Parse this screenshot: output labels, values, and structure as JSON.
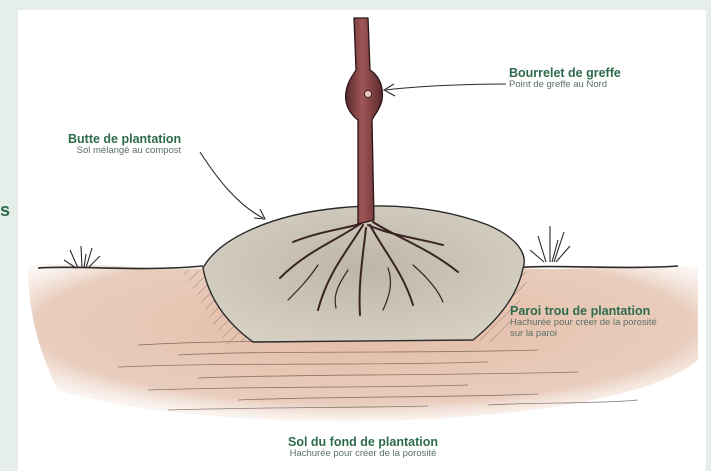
{
  "side_fragment": "s",
  "labels": {
    "graft": {
      "title": "Bourrelet de greffe",
      "sub": "Point de greffe au Nord"
    },
    "butte": {
      "title": "Butte de plantation",
      "sub": "Sol mélangé au compost"
    },
    "paroi": {
      "title": "Paroi trou de plantation",
      "sub1": "Hachurée pour créer de la porosité",
      "sub2": "sur la paroi"
    },
    "sol": {
      "title": "Sol du fond de plantation",
      "sub": "Hachurée pour créer de la porosité"
    }
  },
  "colors": {
    "accent": "#2e6b4b",
    "soil": "#e6c2ad",
    "mound": "#c9c2b5",
    "trunk": "#7a3b3c"
  }
}
